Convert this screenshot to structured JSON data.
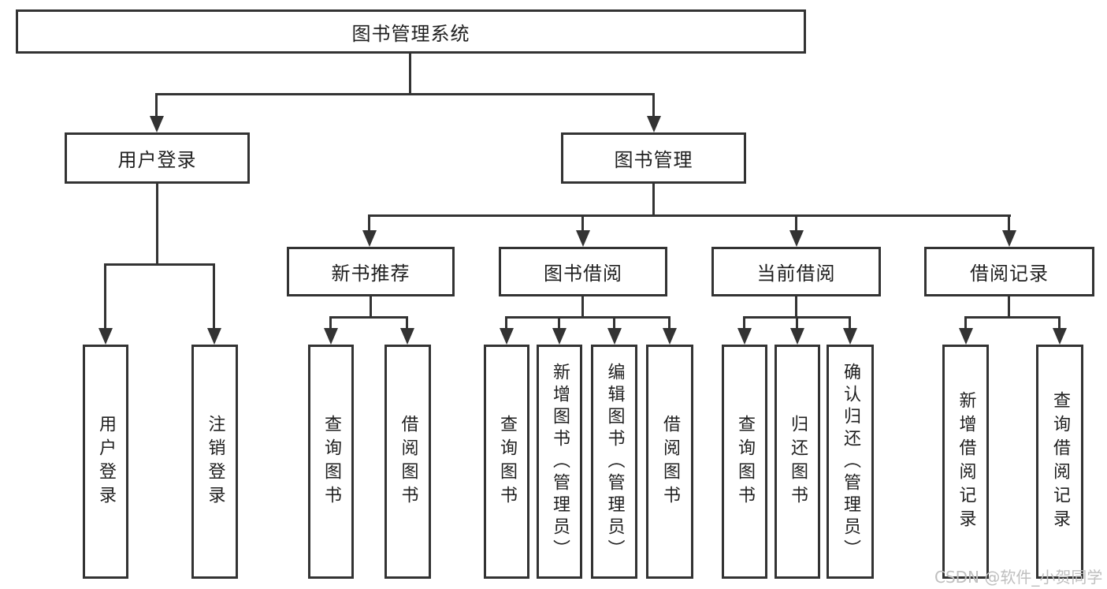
{
  "diagram": {
    "title": "图书管理系统",
    "level2": {
      "user_login": {
        "label": "用户登录"
      },
      "book_mgmt": {
        "label": "图书管理"
      }
    },
    "level3": {
      "new_book_rec": {
        "label": "新书推荐"
      },
      "book_borrow": {
        "label": "图书借阅"
      },
      "current_borrow": {
        "label": "当前借阅"
      },
      "borrow_records": {
        "label": "借阅记录"
      }
    },
    "leaves": {
      "user_login": "用户登录",
      "logout": "注销登录",
      "nbr_query_book": "查询图书",
      "nbr_borrow_book": "借阅图书",
      "bb_query_book": "查询图书",
      "bb_add_book": "新增图书（管理员）",
      "bb_edit_book": "编辑图书（管理员）",
      "bb_borrow_book": "借阅图书",
      "cb_query_book": "查询图书",
      "cb_return_book": "归还图书",
      "cb_confirm_return": "确认归还（管理员）",
      "br_add_record": "新增借阅记录",
      "br_query_record": "查询借阅记录"
    }
  },
  "watermark": {
    "text": "CSDN @软件_小贺同学",
    "color": "#bfbfbf"
  },
  "colors": {
    "line": "#333333",
    "box_border": "#333333",
    "background": "#ffffff",
    "text": "#1f1f1f"
  }
}
